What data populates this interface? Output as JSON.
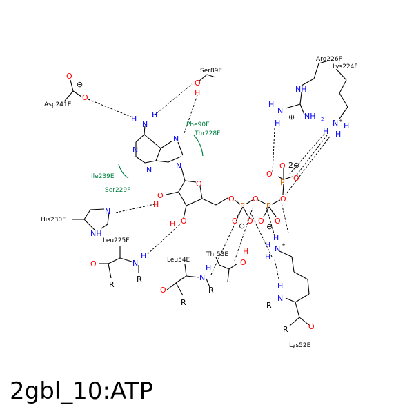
{
  "title": "2gbl_10:ATP",
  "residues": {
    "asp241e": "Asp241E",
    "ser89e": "Ser89E",
    "arg226f": "Arg226F",
    "lys224f": "Lys224F",
    "his230f": "His230F",
    "leu225f": "Leu225F",
    "leu54e": "Leu54E",
    "thr53e": "Thr53E",
    "lys52e": "Lys52E"
  },
  "hydrophobic": {
    "phe90e": "Phe90E",
    "thr228f": "Thr228F",
    "ile239e": "Ile239E",
    "ser229f": "Ser229F"
  },
  "atoms": {
    "n": "N",
    "o": "O",
    "p": "P",
    "h": "H",
    "nh": "NH",
    "nh2": "NH",
    "r": "R",
    "ho": "HO",
    "oh": "OH",
    "h_o": "H",
    "two": "2"
  },
  "charges": {
    "minus": "⊖",
    "plus": "⊕",
    "two_minus": "2⊖"
  },
  "colors": {
    "nitrogen": "#0000ff",
    "oxygen": "#ff0000",
    "phosphorus": "#cc6600",
    "hydrophobic": "#008040"
  }
}
